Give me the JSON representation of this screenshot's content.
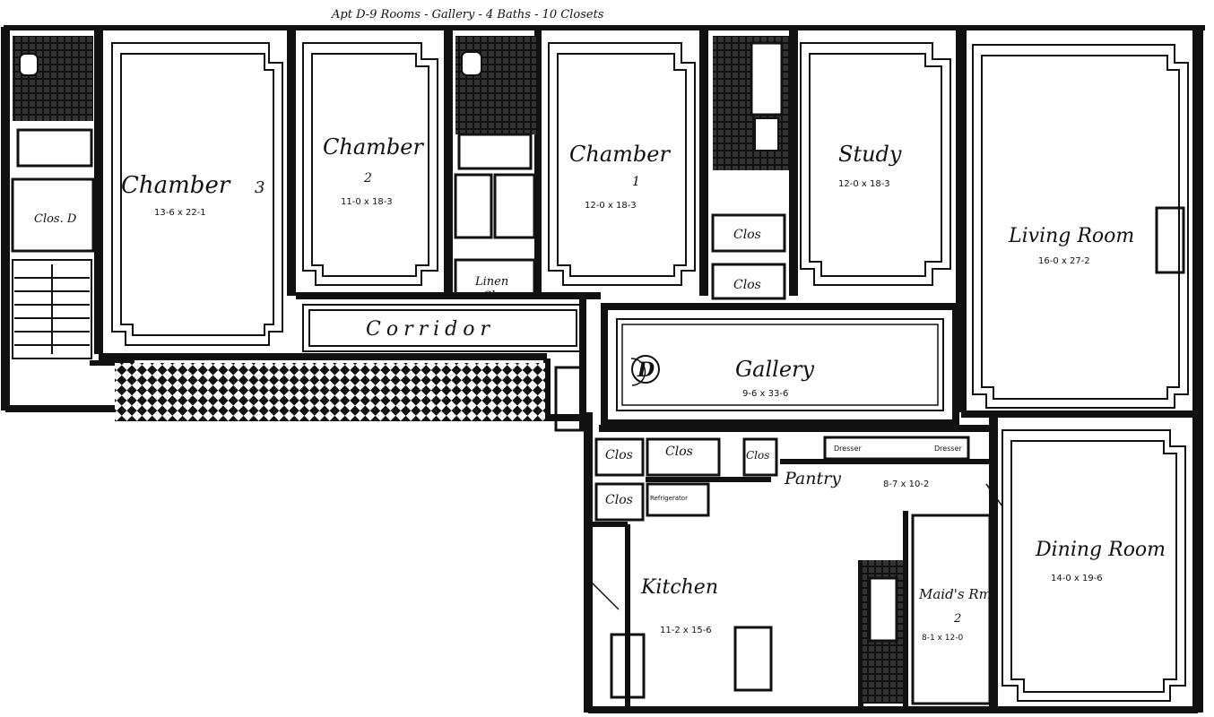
{
  "plan": {
    "header": "Apt D-9 Rooms - Gallery - 4 Baths - 10 Closets",
    "apartment_letter": "D",
    "rooms": {
      "chamber3": {
        "name": "Chamber",
        "number": "3",
        "dim": "13-6 x 22-1"
      },
      "chamber2": {
        "name": "Chamber",
        "number": "2",
        "dim": "11-0 x 18-3"
      },
      "chamber1": {
        "name": "Chamber",
        "number": "1",
        "dim": "12-0 x 18-3"
      },
      "study": {
        "name": "Study",
        "dim": "12-0 x 18-3"
      },
      "living": {
        "name": "Living Room",
        "dim": "16-0 x 27-2"
      },
      "gallery": {
        "name": "Gallery",
        "dim": "9-6 x 33-6"
      },
      "dining": {
        "name": "Dining Room",
        "dim": "14-0 x 19-6"
      },
      "kitchen": {
        "name": "Kitchen",
        "dim": "11-2 x 15-6"
      },
      "maids": {
        "name": "Maid's Rm",
        "number": "2",
        "dim": "8-1 x 12-0"
      },
      "pantry": {
        "name": "Pantry",
        "dim": "8-7 x 10-2"
      },
      "corridor": {
        "name": "Corridor"
      }
    },
    "closets": {
      "clos": "Clos",
      "clos_d": "Clos. D",
      "linen": "Linen",
      "linen_clos": "Clos",
      "refrigerator": "Refrigerator",
      "dresser": "Dresser"
    }
  }
}
